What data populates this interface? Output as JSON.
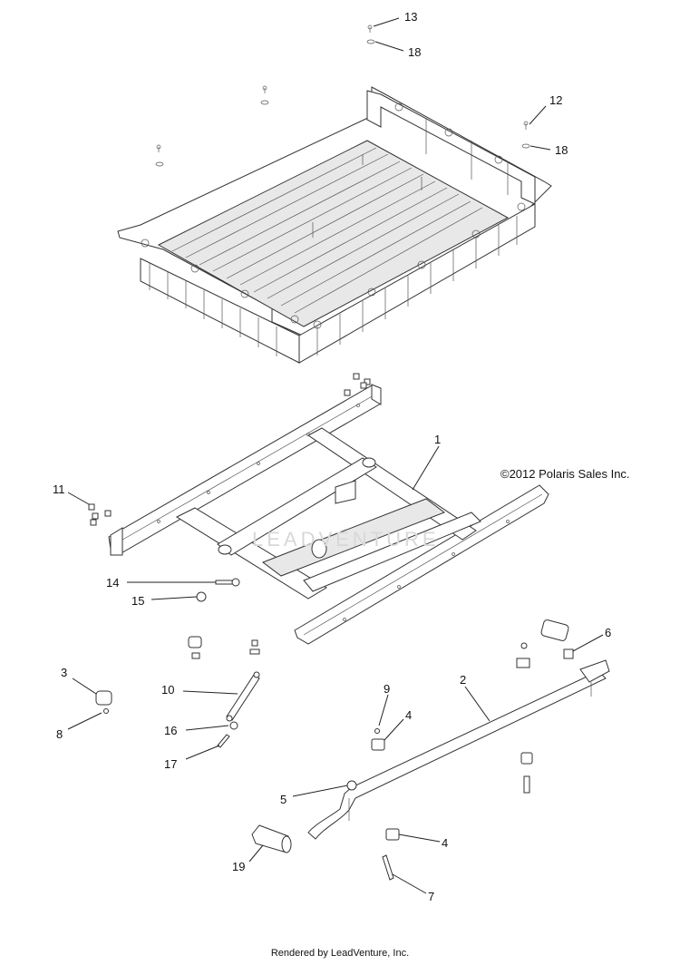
{
  "diagram": {
    "copyright": "©2012 Polaris Sales Inc.",
    "footer": "Rendered by LeadVenture, Inc.",
    "watermark": "LEADVENTURE",
    "callouts": {
      "c13": "13",
      "c18a": "18",
      "c12": "12",
      "c18b": "18",
      "c1": "1",
      "c11": "11",
      "c14": "14",
      "c15": "15",
      "c3": "3",
      "c8": "8",
      "c10": "10",
      "c16": "16",
      "c17": "17",
      "c6": "6",
      "c2": "2",
      "c9": "9",
      "c4a": "4",
      "c5": "5",
      "c4b": "4",
      "c19": "19",
      "c7": "7"
    }
  }
}
